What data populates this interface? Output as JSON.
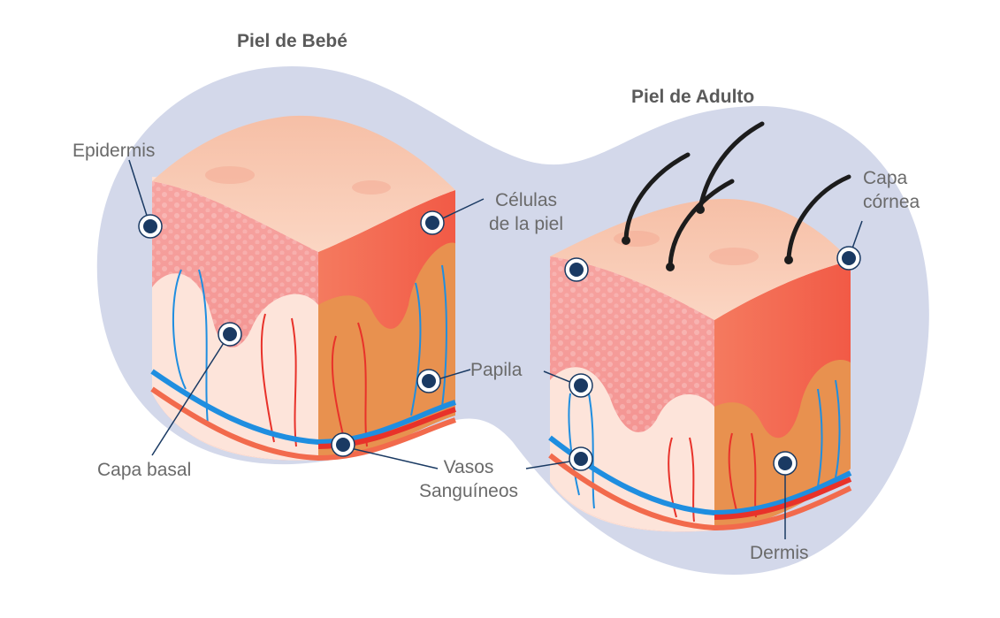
{
  "titles": {
    "baby": "Piel de Bebé",
    "adult": "Piel de Adulto"
  },
  "labels": {
    "epidermis": "Epidermis",
    "celulas_line1": "Células",
    "celulas_line2": "de la piel",
    "capa_cornea_line1": "Capa",
    "capa_cornea_line2": "córnea",
    "papila": "Papila",
    "capa_basal": "Capa basal",
    "vasos_line1": "Vasos",
    "vasos_line2": "Sanguíneos",
    "dermis": "Dermis"
  },
  "colors": {
    "background_blob": "#d3d8ea",
    "marker_fill": "#1a3a63",
    "epidermis_pink": "#f39a97",
    "skin_top": "#f8c6b0",
    "dermis_orange": "#e8914f",
    "vessel_blue": "#1f8ee0",
    "vessel_red": "#e8322a",
    "leader_line": "#1a3a63",
    "hair": "#1c1c1c"
  }
}
